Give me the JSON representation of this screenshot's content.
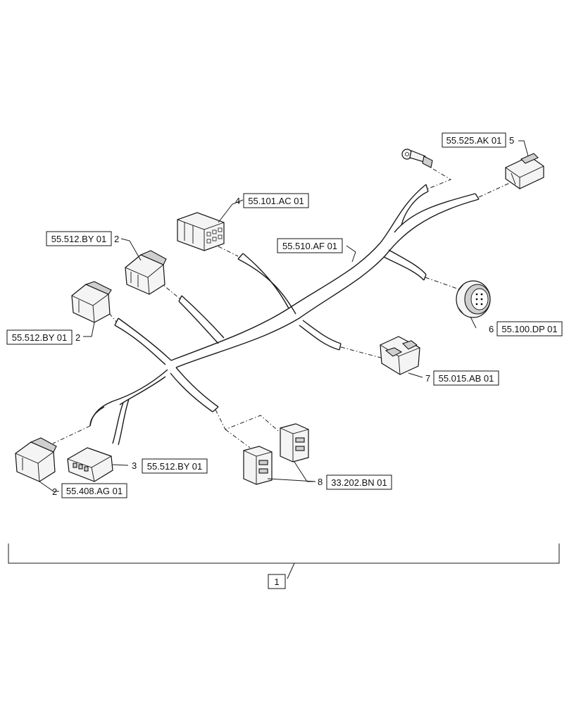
{
  "callouts": {
    "ref_55525": {
      "ref": "55.525.AK 01",
      "item": "5"
    },
    "ref_55101": {
      "ref": "55.101.AC 01",
      "item": "4"
    },
    "ref_55510": {
      "ref": "55.510.AF 01"
    },
    "ref_55512_top": {
      "ref": "55.512.BY 01",
      "item": "2"
    },
    "ref_55512_mid": {
      "ref": "55.512.BY 01",
      "item": "2"
    },
    "ref_55100": {
      "ref": "55.100.DP 01",
      "item": "6"
    },
    "ref_55015": {
      "ref": "55.015.AB 01",
      "item": "7"
    },
    "ref_55512_bot": {
      "ref": "55.512.BY 01",
      "item": "3"
    },
    "ref_55408": {
      "ref": "55.408.AG 01",
      "item": "2"
    },
    "ref_33202": {
      "ref": "33.202.BN 01",
      "item": "8"
    },
    "assembly": {
      "item": "1"
    }
  }
}
